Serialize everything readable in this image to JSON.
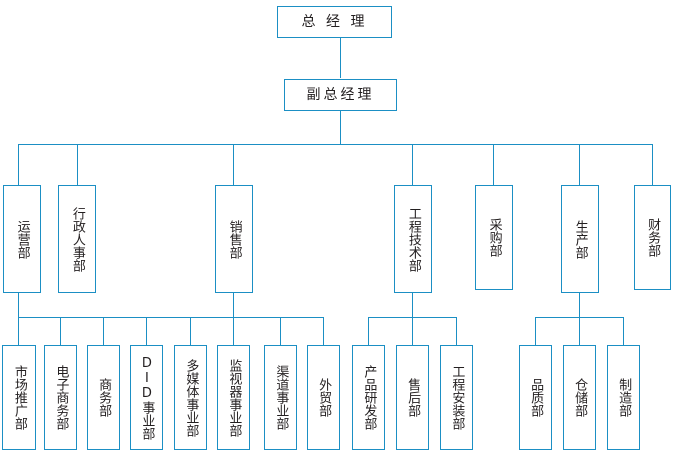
{
  "diagram": {
    "type": "organization-chart",
    "title": "",
    "colors": {
      "line": "#1b8fc4",
      "border": "#1b8fc4",
      "text": "#231f20",
      "background": "#ffffff"
    },
    "levels": [
      {
        "level": 1,
        "nodes": [
          "general_manager"
        ]
      },
      {
        "level": 2,
        "nodes": [
          "deputy_general_manager"
        ]
      },
      {
        "level": 3,
        "nodes": [
          "operations",
          "admin_hr",
          "sales",
          "engineering_tech",
          "procurement",
          "production",
          "finance"
        ]
      },
      {
        "level": 4,
        "nodes": [
          "marketing",
          "ecommerce",
          "business",
          "did_division",
          "multimedia_division",
          "monitor_division",
          "channel_division",
          "foreign_trade",
          "rnd",
          "after_sales",
          "engineering_install",
          "quality",
          "warehouse",
          "manufacturing"
        ]
      }
    ],
    "nodes": {
      "general_manager": {
        "label": "总 经 理",
        "orientation": "horizontal"
      },
      "deputy_general_manager": {
        "label": "副总经理",
        "orientation": "horizontal"
      },
      "operations": {
        "label": "运营部",
        "orientation": "vertical"
      },
      "admin_hr": {
        "label": "行政人事部",
        "orientation": "vertical"
      },
      "sales": {
        "label": "销售部",
        "orientation": "vertical"
      },
      "engineering_tech": {
        "label": "工程技术部",
        "orientation": "vertical"
      },
      "procurement": {
        "label": "采购部",
        "orientation": "vertical"
      },
      "production": {
        "label": "生产部",
        "orientation": "vertical"
      },
      "finance": {
        "label": "财务部",
        "orientation": "vertical"
      },
      "marketing": {
        "label": "市场推广部",
        "orientation": "vertical"
      },
      "ecommerce": {
        "label": "电子商务部",
        "orientation": "vertical"
      },
      "business": {
        "label": "商务部",
        "orientation": "vertical"
      },
      "did_division": {
        "label": "DID事业部",
        "orientation": "vertical"
      },
      "multimedia_division": {
        "label": "多媒体事业部",
        "orientation": "vertical"
      },
      "monitor_division": {
        "label": "监视器事业部",
        "orientation": "vertical"
      },
      "channel_division": {
        "label": "渠道事业部",
        "orientation": "vertical"
      },
      "foreign_trade": {
        "label": "外贸部",
        "orientation": "vertical"
      },
      "rnd": {
        "label": "产品研发部",
        "orientation": "vertical"
      },
      "after_sales": {
        "label": "售后部",
        "orientation": "vertical"
      },
      "engineering_install": {
        "label": "工程安装部",
        "orientation": "vertical"
      },
      "quality": {
        "label": "品质部",
        "orientation": "vertical"
      },
      "warehouse": {
        "label": "仓储部",
        "orientation": "vertical"
      },
      "manufacturing": {
        "label": "制造部",
        "orientation": "vertical"
      }
    },
    "edges": [
      {
        "from": "general_manager",
        "to": "deputy_general_manager"
      },
      {
        "from": "deputy_general_manager",
        "to": "operations"
      },
      {
        "from": "deputy_general_manager",
        "to": "admin_hr"
      },
      {
        "from": "deputy_general_manager",
        "to": "sales"
      },
      {
        "from": "deputy_general_manager",
        "to": "engineering_tech"
      },
      {
        "from": "deputy_general_manager",
        "to": "procurement"
      },
      {
        "from": "deputy_general_manager",
        "to": "production"
      },
      {
        "from": "deputy_general_manager",
        "to": "finance"
      },
      {
        "from": "operations",
        "to": "marketing"
      },
      {
        "from": "operations",
        "to": "ecommerce"
      },
      {
        "from": "sales",
        "to": "business"
      },
      {
        "from": "sales",
        "to": "did_division"
      },
      {
        "from": "sales",
        "to": "multimedia_division"
      },
      {
        "from": "sales",
        "to": "monitor_division"
      },
      {
        "from": "sales",
        "to": "channel_division"
      },
      {
        "from": "sales",
        "to": "foreign_trade"
      },
      {
        "from": "engineering_tech",
        "to": "rnd"
      },
      {
        "from": "engineering_tech",
        "to": "after_sales"
      },
      {
        "from": "engineering_tech",
        "to": "engineering_install"
      },
      {
        "from": "production",
        "to": "quality"
      },
      {
        "from": "production",
        "to": "warehouse"
      },
      {
        "from": "production",
        "to": "manufacturing"
      }
    ]
  }
}
